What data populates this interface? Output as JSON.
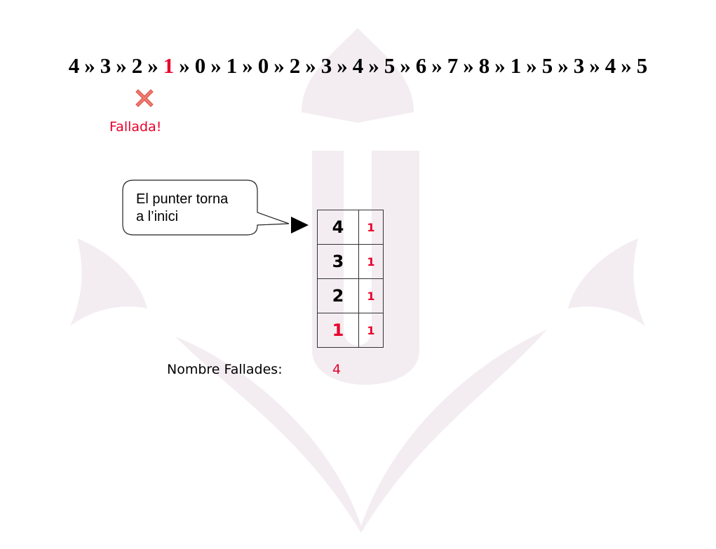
{
  "sequence": {
    "items": [
      "4",
      "3",
      "2",
      "1",
      "0",
      "1",
      "0",
      "2",
      "3",
      "4",
      "5",
      "6",
      "7",
      "8",
      "1",
      "5",
      "3",
      "4",
      "5"
    ],
    "separator": "»",
    "highlighted_index": 3
  },
  "status": {
    "icon": "x-icon",
    "label": "Fallada!"
  },
  "callout": {
    "line1": "El punter torna",
    "line2": "a l’inici"
  },
  "stack": {
    "rows": [
      {
        "value": "4",
        "count": "1"
      },
      {
        "value": "3",
        "count": "1"
      },
      {
        "value": "2",
        "count": "1"
      },
      {
        "value": "1",
        "count": "1"
      }
    ],
    "highlighted_row": 3
  },
  "faults": {
    "label": "Nombre Fallades:",
    "value": "4"
  },
  "colors": {
    "accent": "#e8002a",
    "watermark": "#f2ecf0"
  }
}
